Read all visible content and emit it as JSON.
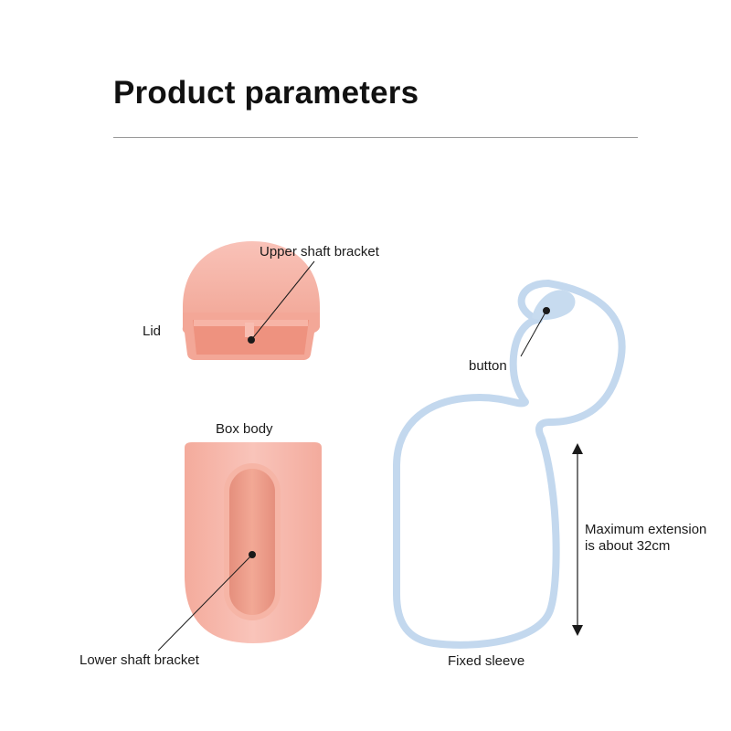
{
  "title": "Product parameters",
  "labels": {
    "upper_shaft_bracket": "Upper shaft bracket",
    "lid": "Lid",
    "box_body": "Box body",
    "lower_shaft_bracket": "Lower shaft bracket",
    "button": "button",
    "fixed_sleeve": "Fixed sleeve",
    "max_extension_line1": "Maximum extension",
    "max_extension_line2": "is about 32cm"
  },
  "colors": {
    "pink": "#f7b8ae",
    "pink_dark": "#ef9d8f",
    "blue": "#c3d8ee",
    "text": "#111111",
    "rule": "#9a9a9a"
  }
}
